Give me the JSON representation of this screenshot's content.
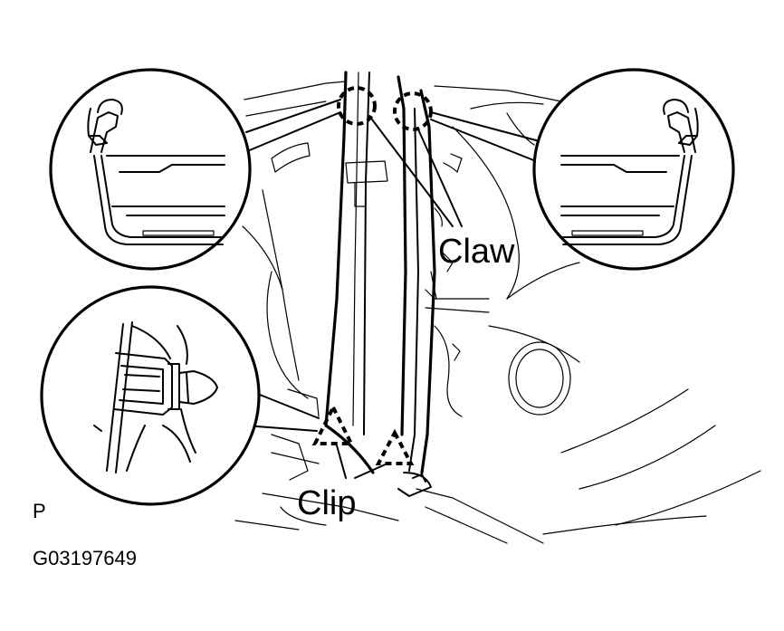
{
  "labels": {
    "claw": "Claw",
    "clip": "Clip",
    "view_mark": "P",
    "figure_code": "G03197649"
  }
}
